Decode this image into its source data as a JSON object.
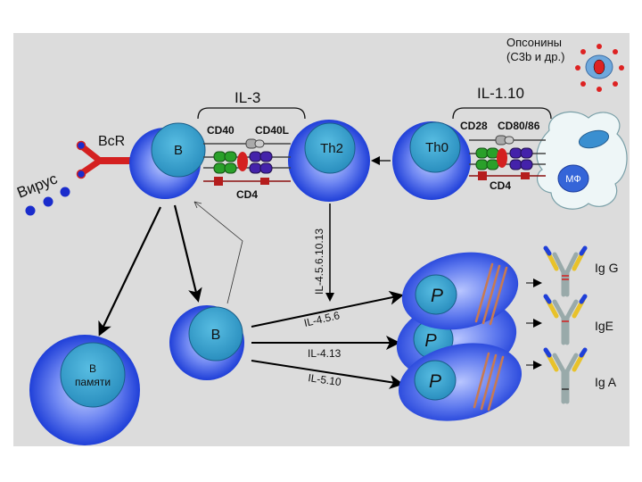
{
  "labels": {
    "opsonins_line1": "Опсонины",
    "opsonins_line2": "(С3b и др.)",
    "il3": "IL-3",
    "il110": "IL-1.10",
    "bcr": "BcR",
    "virus": "Вирус",
    "cd40": "CD40",
    "cd40l": "CD40L",
    "cd4_left": "CD4",
    "cd28": "CD28",
    "cd8086": "CD80/86",
    "cd4_right": "CD4",
    "il_vertical": "IL-4.5.6.10.13",
    "il456": "IL-4.5.6",
    "il413": "IL-4.13",
    "il510": "IL-5.10"
  },
  "cells": {
    "b_main": "B",
    "th2": "Th2",
    "th0": "Th0",
    "macrophage": "МФ",
    "b_small": "B",
    "b_memory_line1": "B",
    "b_memory_line2": "памяти",
    "plasma": "P"
  },
  "antibodies": {
    "igg": "Ig G",
    "ige": "IgE",
    "iga": "Ig A"
  },
  "colors": {
    "panel": "#dcdcdc",
    "cell_outer": "#1f3fd8",
    "nucleus": "#35a3cf",
    "receptor_red": "#d42020",
    "arrow": "#000000"
  }
}
